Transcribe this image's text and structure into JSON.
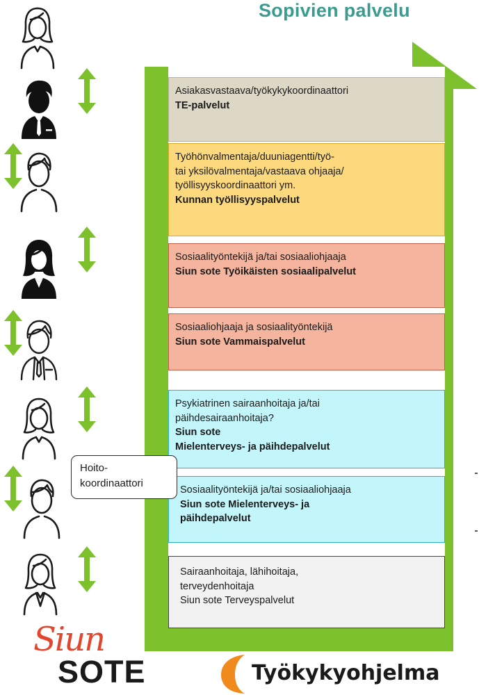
{
  "title": "Sopivien palvelu",
  "colors": {
    "arrow": "#7cc12c",
    "title": "#3a9b8f",
    "beige": "#ddd7c6",
    "yellow": "#fdd97e",
    "salmon": "#f5b49d",
    "cyan": "#c2f6fb",
    "grey": "#f2f2f2",
    "siun_red": "#e2462c",
    "orange_mark": "#f08a1c"
  },
  "boxes": [
    {
      "lines": [
        "Asiakasvastaava/työkykykoordinaattori"
      ],
      "bold": [
        "TE-palvelut"
      ]
    },
    {
      "lines": [
        "Työhönvalmentaja/duuniagentti/työ-",
        "tai yksilövalmentaja/vastaava ohjaaja/",
        "työllisyyskoordinaattori ym."
      ],
      "bold": [
        "Kunnan työllisyyspalvelut"
      ]
    },
    {
      "lines": [
        "Sosiaalityöntekijä ja/tai sosiaaliohjaaja"
      ],
      "bold": [
        "Siun sote Työikäisten sosiaalipalvelut"
      ]
    },
    {
      "lines": [
        "Sosiaaliohjaaja ja sosiaalityöntekijä"
      ],
      "bold": [
        "Siun sote Vammaispalvelut"
      ]
    },
    {
      "lines": [
        "Psykiatrinen sairaanhoitaja ja/tai",
        "päihdesairaanhoitaja?"
      ],
      "bold": [
        "Siun sote",
        "Mielenterveys- ja päihdepalvelut"
      ]
    },
    {
      "lines": [
        "Sosiaalityöntekijä ja/tai sosiaaliohjaaja"
      ],
      "bold": [
        "Siun sote Mielenterveys- ja",
        "päihdepalvelut"
      ]
    },
    {
      "lines": [
        "Sairaanhoitaja, lähihoitaja,",
        "terveydenhoitaja",
        "Siun sote Terveyspalvelut"
      ],
      "bold": []
    }
  ],
  "hoito": [
    "Hoito-",
    "koordinaattori"
  ],
  "icons": [
    "woman-icon",
    "businessman-icon",
    "man-icon",
    "businesswoman-icon",
    "man-in-suit-icon",
    "woman-icon",
    "man-icon",
    "woman-icon"
  ],
  "logos": {
    "siun": "Siun",
    "sote": "SOTE",
    "tyokyky": "Työkykyohjelma"
  }
}
